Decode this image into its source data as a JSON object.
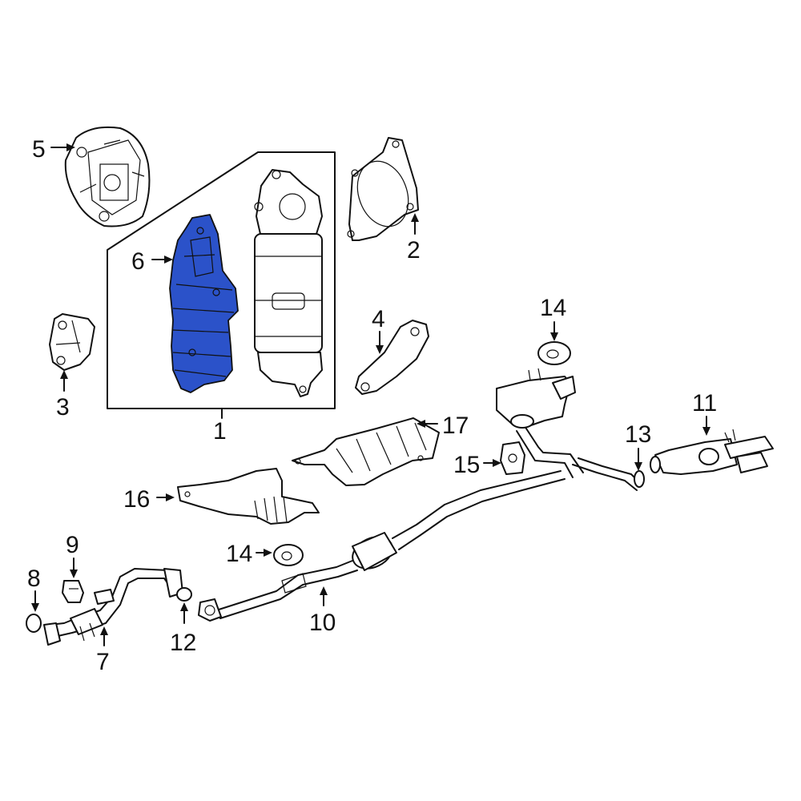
{
  "diagram": {
    "highlight_color": "#2b52c9",
    "line_color": "#111111",
    "background": "#ffffff",
    "callouts": {
      "c1": "1",
      "c2": "2",
      "c3": "3",
      "c4": "4",
      "c5": "5",
      "c6": "6",
      "c7": "7",
      "c8": "8",
      "c9": "9",
      "c10": "10",
      "c11": "11",
      "c12": "12",
      "c13": "13",
      "c14a": "14",
      "c14b": "14",
      "c15": "15",
      "c16": "16",
      "c17": "17"
    },
    "highlighted_part": "6"
  }
}
